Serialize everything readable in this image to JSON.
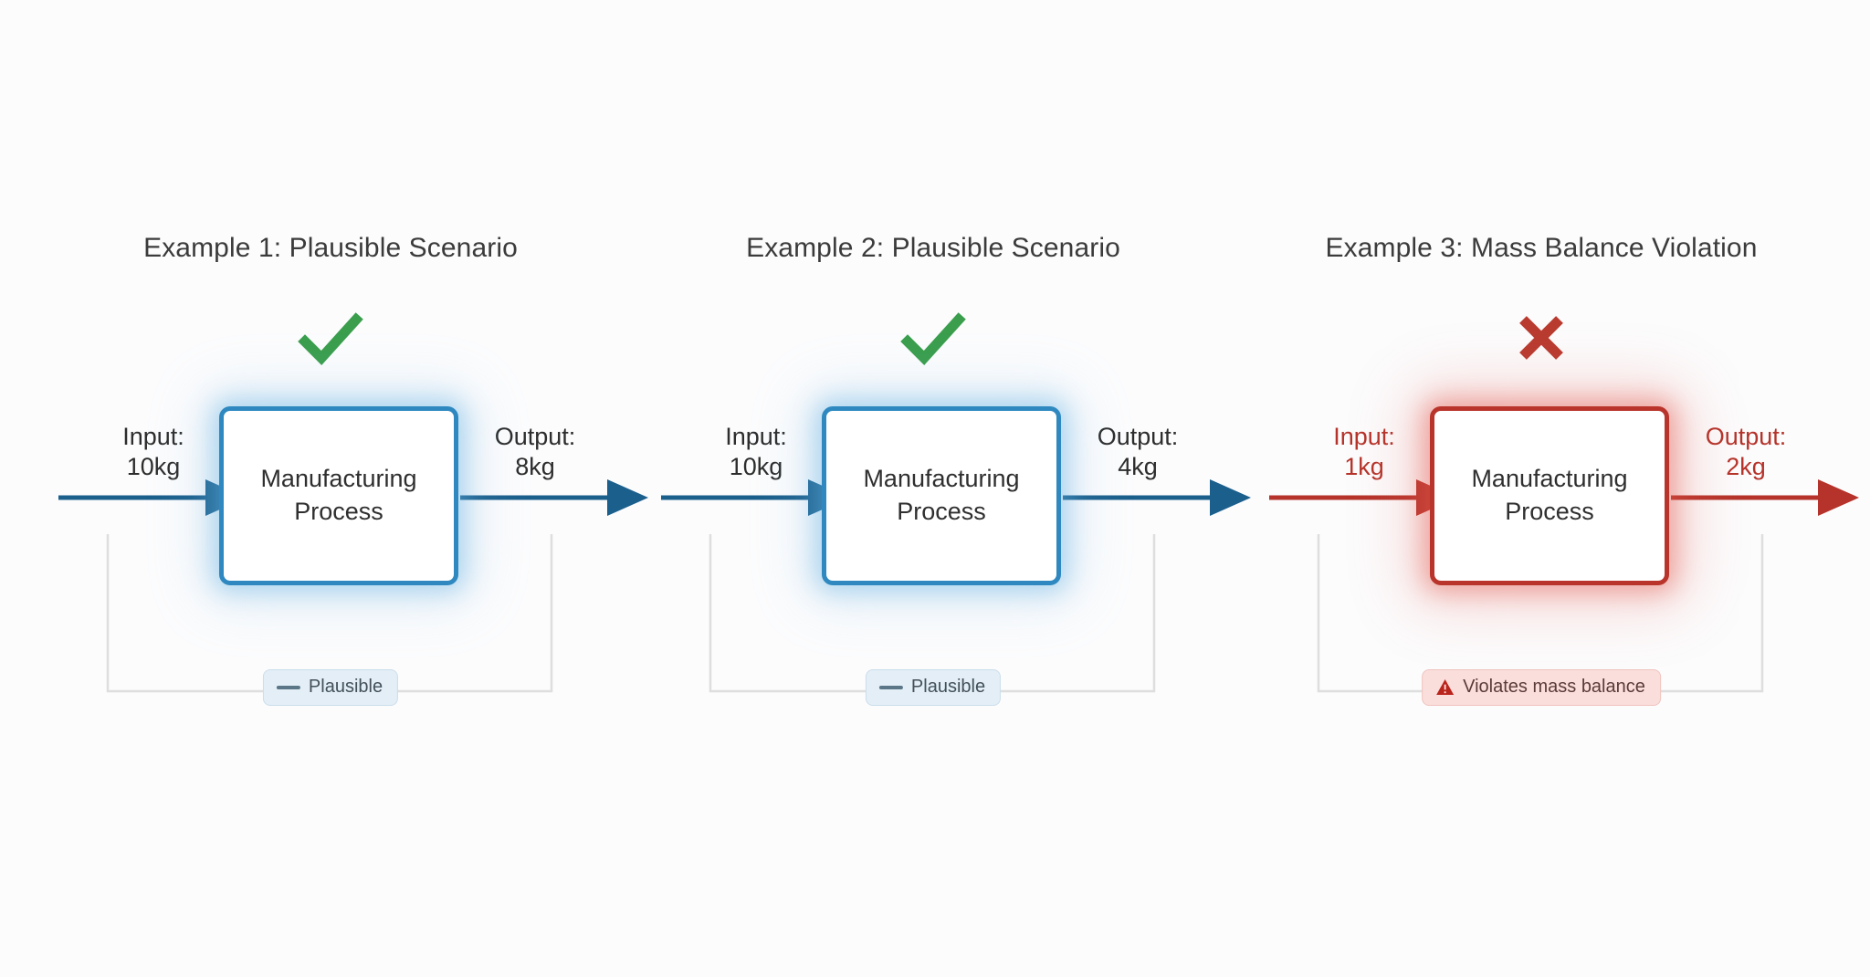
{
  "background_color": "#fcfcfd",
  "colors": {
    "blue_border": "#2f89c0",
    "blue_arrow": "#1b5f8c",
    "red_border": "#b9352c",
    "red_arrow": "#b5332a",
    "check_green": "#3a9e4d",
    "cross_red": "#b93b30",
    "bracket_gray": "#dcdcdc"
  },
  "examples": [
    {
      "title": "Example 1: Plausible Scenario",
      "verdict_icon": "check-icon",
      "box_label": "Manufacturing\nProcess",
      "input_label": "Input:\n10kg",
      "output_label": "Output:\n8kg",
      "input_value": "10kg",
      "output_value": "8kg",
      "badge_label": "Plausible",
      "badge_icon": "dash-icon",
      "status": "plausible"
    },
    {
      "title": "Example 2: Plausible Scenario",
      "verdict_icon": "check-icon",
      "box_label": "Manufacturing\nProcess",
      "input_label": "Input:\n10kg",
      "output_label": "Output:\n4kg",
      "input_value": "10kg",
      "output_value": "4kg",
      "badge_label": "Plausible",
      "badge_icon": "dash-icon",
      "status": "plausible"
    },
    {
      "title": "Example 3: Mass Balance Violation",
      "verdict_icon": "cross-icon",
      "box_label": "Manufacturing\nProcess",
      "input_label": "Input:\n1kg",
      "output_label": "Output:\n2kg",
      "input_value": "1kg",
      "output_value": "2kg",
      "badge_label": "Violates mass balance",
      "badge_icon": "warning-triangle-icon",
      "status": "violation"
    }
  ]
}
